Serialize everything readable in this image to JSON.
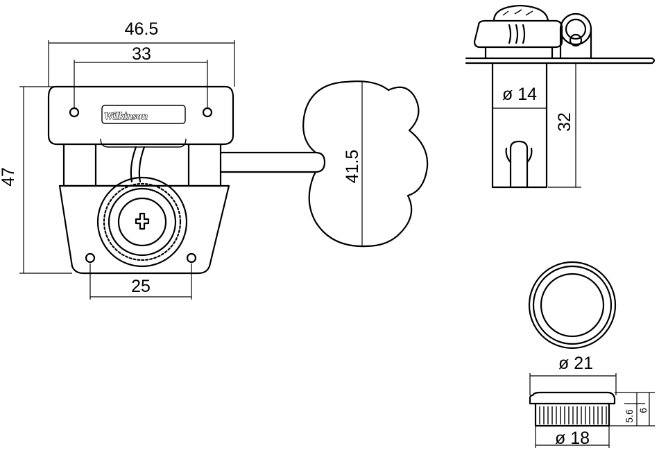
{
  "brand_logo": "Wilkinson",
  "dimensions": {
    "overall_width": "46.5",
    "hole_spacing": "33",
    "overall_height": "47",
    "base_width": "25",
    "button_height": "41.5",
    "post_diameter": "ø 14",
    "post_height": "32",
    "bushing_diameter": "ø 21",
    "bushing_base_diameter": "ø 18",
    "bushing_lip_height": "5.6",
    "bushing_height": "6"
  },
  "colors": {
    "ink": "#000000",
    "background": "#ffffff"
  }
}
